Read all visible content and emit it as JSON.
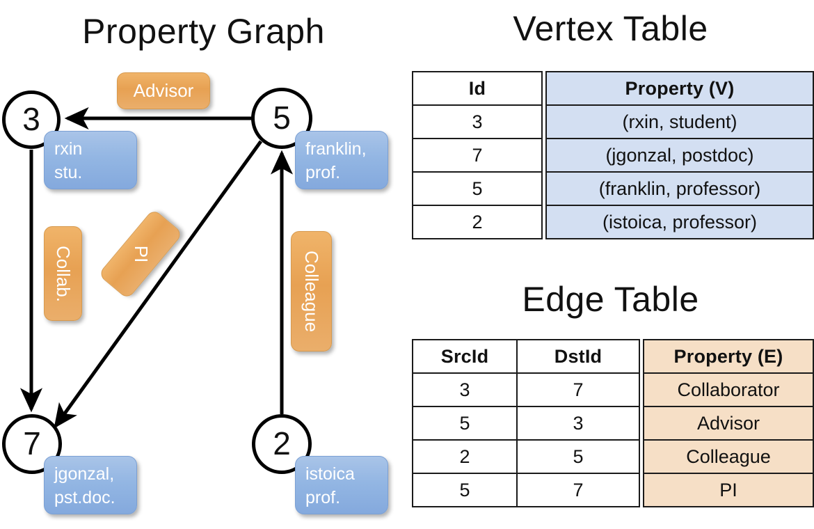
{
  "panels": {
    "graph_title": "Property Graph",
    "vertex_title": "Vertex Table",
    "edge_title": "Edge Table"
  },
  "colors": {
    "vertex_property_fill": "#d3dff2",
    "edge_property_fill": "#f6dfc6",
    "vertex_callout": "#8fb2e0",
    "edge_callout": "#e9a95f",
    "stroke": "#000000"
  },
  "graph": {
    "nodes": [
      {
        "id": "3",
        "property_lines": [
          "rxin",
          "stu."
        ]
      },
      {
        "id": "5",
        "property_lines": [
          "franklin,",
          "prof."
        ]
      },
      {
        "id": "7",
        "property_lines": [
          "jgonzal,",
          "pst.doc."
        ]
      },
      {
        "id": "2",
        "property_lines": [
          "istoica",
          "prof."
        ]
      }
    ],
    "edge_labels": [
      {
        "name": "advisor",
        "text": "Advisor"
      },
      {
        "name": "collab",
        "text": "Collab."
      },
      {
        "name": "pi",
        "text": "PI"
      },
      {
        "name": "colleague",
        "text": "Colleague"
      }
    ]
  },
  "vertex_table": {
    "headers": [
      "Id",
      "Property (V)"
    ],
    "rows": [
      {
        "id": "3",
        "property": "(rxin, student)"
      },
      {
        "id": "7",
        "property": "(jgonzal, postdoc)"
      },
      {
        "id": "5",
        "property": "(franklin, professor)"
      },
      {
        "id": "2",
        "property": "(istoica, professor)"
      }
    ]
  },
  "edge_table": {
    "headers": [
      "SrcId",
      "DstId",
      "Property (E)"
    ],
    "rows": [
      {
        "src": "3",
        "dst": "7",
        "property": "Collaborator"
      },
      {
        "src": "5",
        "dst": "3",
        "property": "Advisor"
      },
      {
        "src": "2",
        "dst": "5",
        "property": "Colleague"
      },
      {
        "src": "5",
        "dst": "7",
        "property": "PI"
      }
    ]
  }
}
